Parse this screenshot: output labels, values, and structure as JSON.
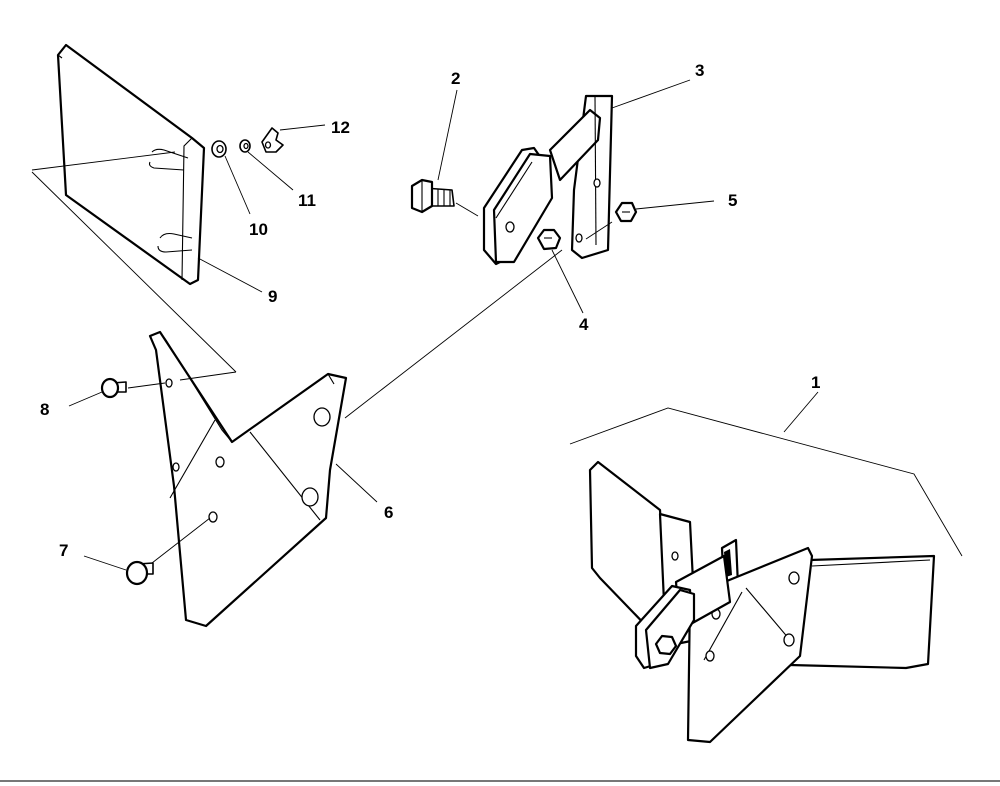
{
  "callouts": {
    "c1": "1",
    "c2": "2",
    "c3": "3",
    "c4": "4",
    "c5": "5",
    "c6": "6",
    "c7": "7",
    "c8": "8",
    "c9": "9",
    "c10": "10",
    "c11": "11",
    "c12": "12"
  },
  "colors": {
    "line": "#000000",
    "background": "#ffffff",
    "footer_rule": "#777777"
  }
}
